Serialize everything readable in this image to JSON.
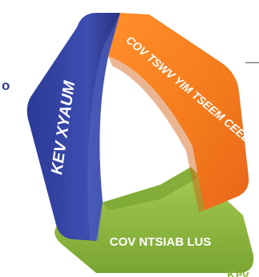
{
  "diagram": {
    "segments": [
      {
        "label": "KEV XYAUM",
        "color": "#3a49a8"
      },
      {
        "label": "COV TSWV YIM TSEEM CEEB",
        "color": "#f47d20"
      },
      {
        "label": "COV NTSIAB LUS",
        "color": "#8cb63c"
      }
    ],
    "left_fragment": "o",
    "bottom_right_fragment": "Kev"
  }
}
